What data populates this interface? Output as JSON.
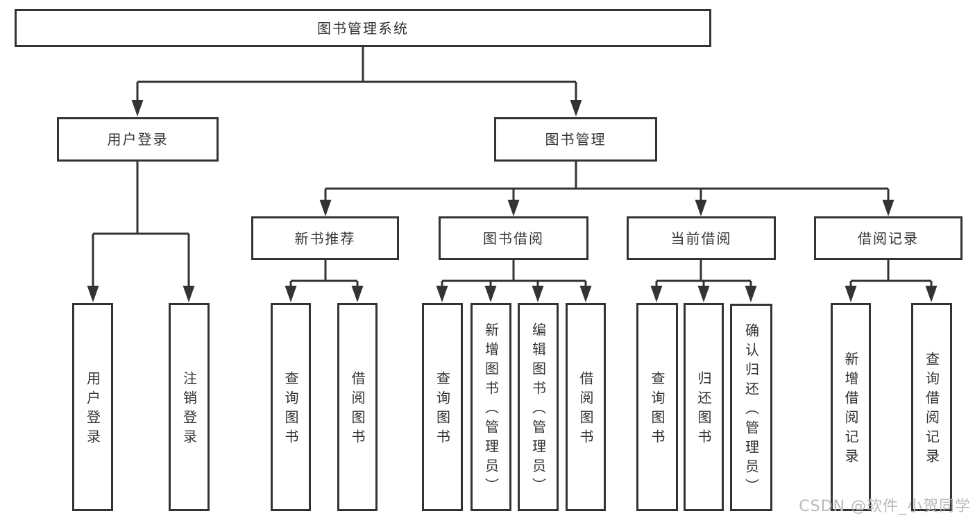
{
  "title": "图书管理系统",
  "colors": {
    "line": "#333333",
    "text": "#333333",
    "box_background": "#ffffff",
    "page_background": "#ffffff",
    "watermark": "#b9b9b9"
  },
  "tree": {
    "root": "图书管理系统",
    "children": [
      {
        "label": "用户登录",
        "children": [
          "用户登录",
          "注销登录"
        ]
      },
      {
        "label": "图书管理",
        "children": [
          {
            "label": "新书推荐",
            "children": [
              "查询图书",
              "借阅图书"
            ]
          },
          {
            "label": "图书借阅",
            "children": [
              "查询图书",
              "新增图书（管理员）",
              "编辑图书（管理员）",
              "借阅图书"
            ]
          },
          {
            "label": "当前借阅",
            "children": [
              "查询图书",
              "归还图书",
              "确认归还（管理员）"
            ]
          },
          {
            "label": "借阅记录",
            "children": [
              "新增借阅记录",
              "查询借阅记录"
            ]
          }
        ]
      }
    ]
  },
  "watermark": {
    "text": "CSDN @软件_小贺同学"
  }
}
